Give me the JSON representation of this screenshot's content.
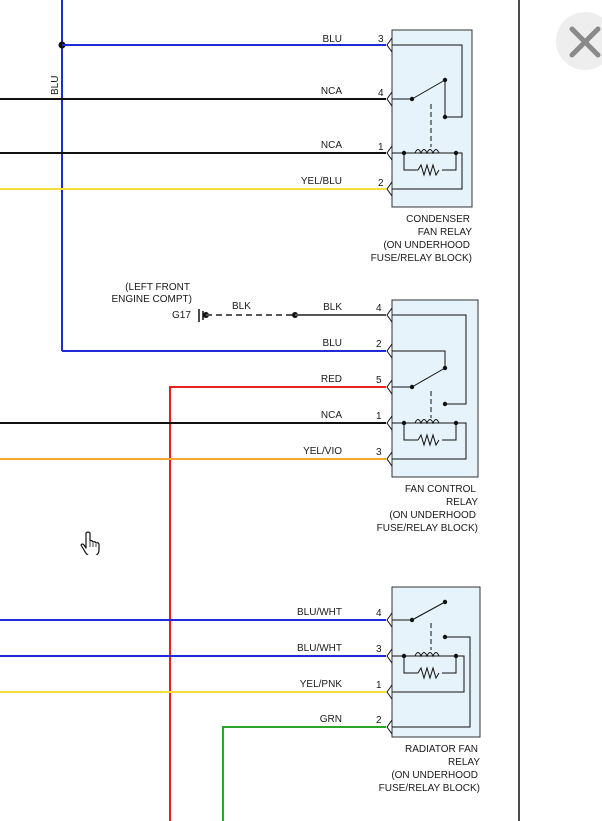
{
  "wires": {
    "blu_vertical": "BLU",
    "relay1": {
      "pin3": "BLU",
      "pin4": "NCA",
      "pin1": "NCA",
      "pin2": "YEL/BLU"
    },
    "relay2": {
      "pin4": "BLK",
      "pin2": "BLU",
      "pin5": "RED",
      "pin1": "NCA",
      "pin3": "YEL/VIO"
    },
    "relay3": {
      "pin4": "BLU/WHT",
      "pin3": "BLU/WHT",
      "pin1": "YEL/PNK",
      "pin2": "GRN"
    },
    "ground_wire": "BLK"
  },
  "pins": {
    "relay1": [
      "3",
      "4",
      "1",
      "2"
    ],
    "relay2": [
      "4",
      "2",
      "5",
      "1",
      "3"
    ],
    "relay3": [
      "4",
      "3",
      "1",
      "2"
    ]
  },
  "ground": {
    "location_line1": "(LEFT FRONT",
    "location_line2": "ENGINE COMPT)",
    "id": "G17"
  },
  "relays": {
    "condenser": [
      "CONDENSER",
      "FAN RELAY",
      "(ON UNDERHOOD",
      "FUSE/RELAY BLOCK)"
    ],
    "fan_control": [
      "FAN CONTROL",
      "RELAY",
      "(ON UNDERHOOD",
      "FUSE/RELAY BLOCK)"
    ],
    "radiator": [
      "RADIATOR FAN",
      "RELAY",
      "(ON UNDERHOOD",
      "FUSE/RELAY BLOCK)"
    ]
  },
  "colors": {
    "blue": "#1f2bd6",
    "black": "#111111",
    "yellow": "#f2df3a",
    "orange": "#f2a92b",
    "red": "#e8201e",
    "green": "#2aa529",
    "relay_fill": "#e6f3fb",
    "relay_border": "#333333"
  },
  "icons": {
    "close": "close-x-icon",
    "cursor": "hand-pointer-icon"
  }
}
